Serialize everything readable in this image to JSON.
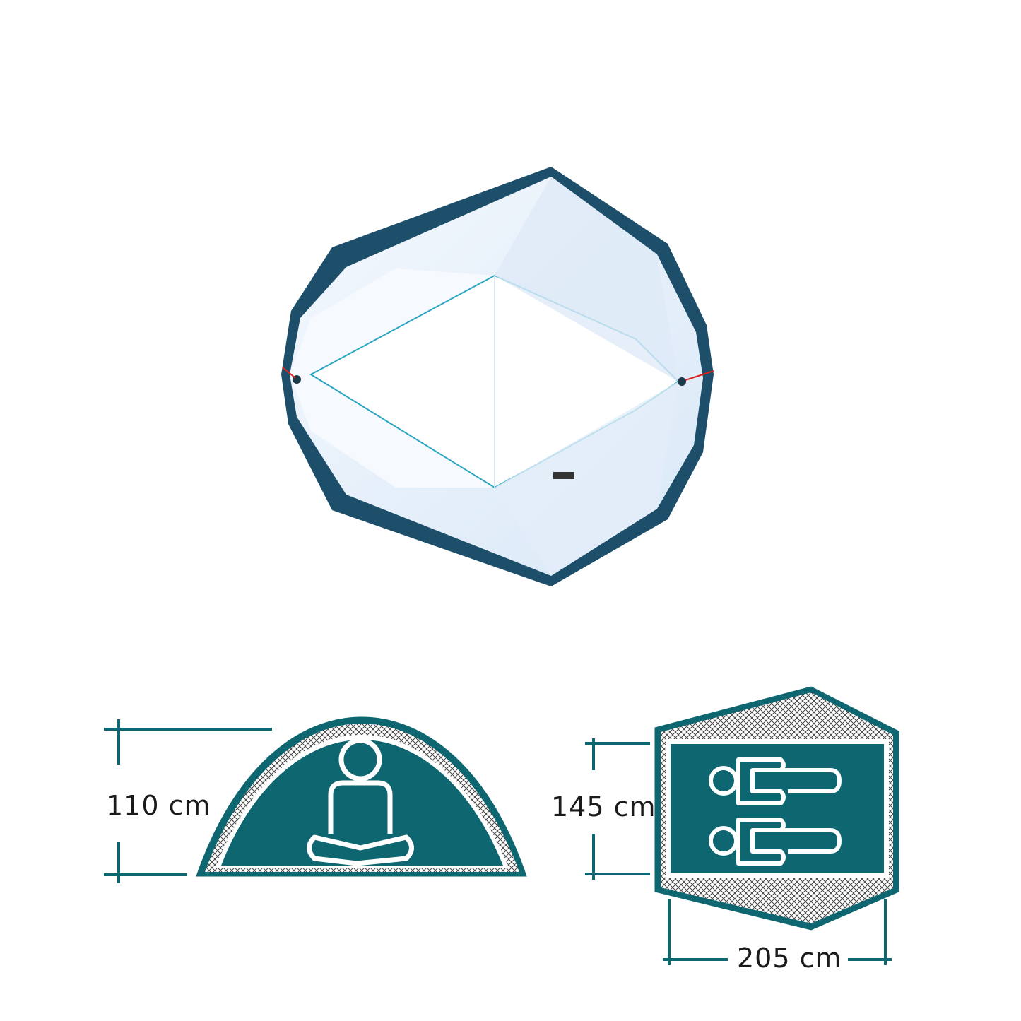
{
  "product": {
    "photo": "tent-top-view",
    "colors": {
      "teal": "#0e6670",
      "tent_dark": "#1d4f6a",
      "tent_light": "#e9f2fb"
    }
  },
  "dimensions": {
    "height_label": "110 cm",
    "width_label": "145 cm",
    "length_label": "205 cm"
  },
  "icons": {
    "side_view": "seated-person-icon",
    "floor_plan": "two-sleeping-persons-icon"
  }
}
